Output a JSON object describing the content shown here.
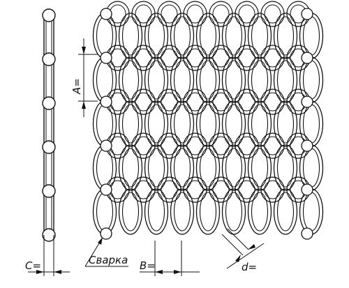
{
  "labels": {
    "dimension_a": "A=",
    "dimension_b": "B=",
    "dimension_c": "C=",
    "dimension_d": "d=",
    "weld": "Сварка"
  },
  "mesh": {
    "row_count": 5,
    "loop_column_count": 8
  },
  "side_view": {
    "ring_count": 6
  },
  "colors": {
    "line": "#111111",
    "background": "#ffffff"
  }
}
